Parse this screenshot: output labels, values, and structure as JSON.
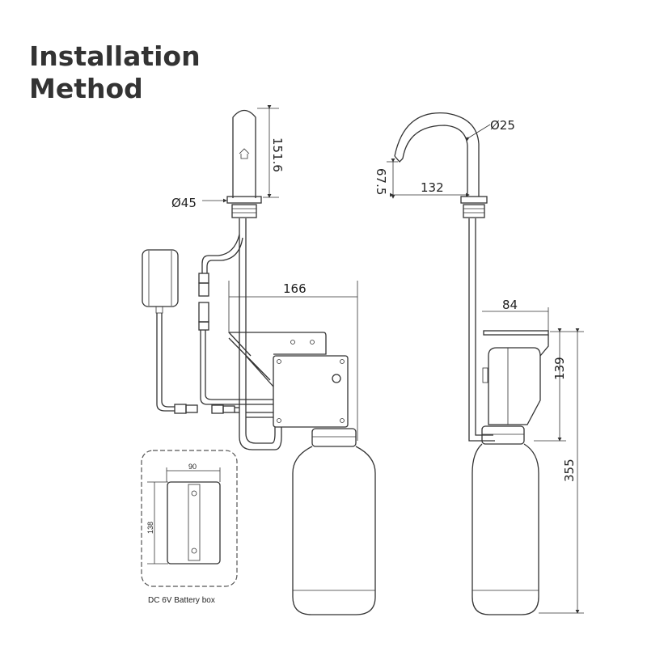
{
  "title": {
    "line1": "Installation",
    "line2": "Method"
  },
  "dimensions": {
    "left_spout_height": "151.6",
    "left_base_diameter": "Ø45",
    "right_pipe_diameter": "Ø25",
    "right_spout_height": "67.5",
    "right_spout_reach": "132",
    "left_unit_width": "166",
    "right_unit_width": "84",
    "right_box_height": "139",
    "right_total_height": "355",
    "battery_width": "90",
    "battery_height": "138"
  },
  "battery_box": {
    "label": "DC 6V Battery box"
  }
}
